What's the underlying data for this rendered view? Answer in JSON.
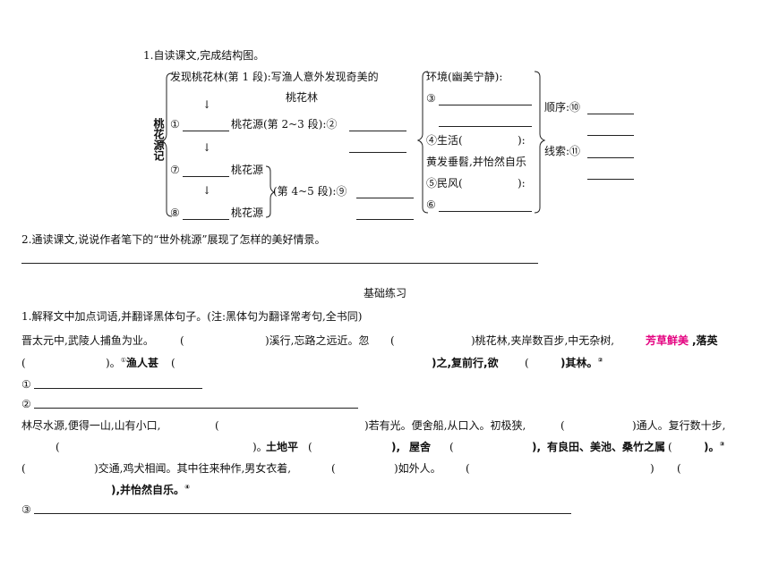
{
  "top": {
    "q1": "1.自读课文,完成结构图。",
    "title": "桃花源记",
    "r1a": "发现桃花林(第 1 段):写渔人意外发现奇美的",
    "r1b": "桃花林",
    "arrow": "↓",
    "r2a": "①",
    "r2b": "桃花源(第 2~3 段):②",
    "r3a": "⑦",
    "r3b": "桃花源",
    "r4a": "⑧",
    "r4b": "桃花源",
    "r34": "(第 4~5 段):⑨",
    "env": "环境(幽美宁静):",
    "n3": "③",
    "n4": "④生活(",
    "n4end": "):",
    "elder": "黄发垂髫,并怡然自乐",
    "n5": "⑤民风(",
    "n5end": "):",
    "n6": "⑥",
    "order": "顺序:⑩",
    "clue": "线索:⑪",
    "q2": "2.通读课文,说说作者笔下的“世外桃源”展现了怎样的美好情景。"
  },
  "section_title": "基础练习",
  "ex": {
    "q1": "1.解释文中加点词语,并翻译黑体句子。(注:黑体句为翻译常考句,全书同)",
    "l1a": "晋太元中,武陵人捕鱼为业。",
    "l1b": "(",
    "l1c": ")溪行,忘路之远近。忽",
    "l1d": "(",
    "l1e": ")桃花林,夹岸数百步,中无杂树,",
    "l1f": "芳草鲜美",
    "l1g": ",落英",
    "l2a": "(",
    "l2b": ")。",
    "l2sup": "①",
    "l2c": "渔人甚",
    "l2d": "(",
    "l2e": ")之,复前行,欲",
    "l2f": "(",
    "l2g": ")其林。",
    "l2sup2": "②",
    "t1": "①",
    "t2": "②",
    "l3a": "林尽水源,便得一山,山有小口,",
    "l3b": "(",
    "l3c": ")若有光。便舍船,从口入。初极狭,",
    "l3d": "(",
    "l3e": ")通人。复行数十步,",
    "l4a": "(",
    "l4b": ")。",
    "l4c": "土地平",
    "l4d": "(",
    "l4e": "),",
    "l4f": "屋舍",
    "l4g": "(",
    "l4h": "),",
    "l4i": "有良田、美池、桑竹之属",
    "l4j": "(",
    "l4k": ")。",
    "l4sup": "③",
    "l5a": "(",
    "l5b": ")交通,鸡犬相闻。其中往来种作,男女衣着,",
    "l5c": "(",
    "l5d": ")如外人。",
    "l5e": "(",
    "l5f": ")",
    "l5g": "(",
    "l6a": "),",
    "l6b": "并怡然自乐。",
    "l6sup": "④",
    "t3": "③"
  }
}
